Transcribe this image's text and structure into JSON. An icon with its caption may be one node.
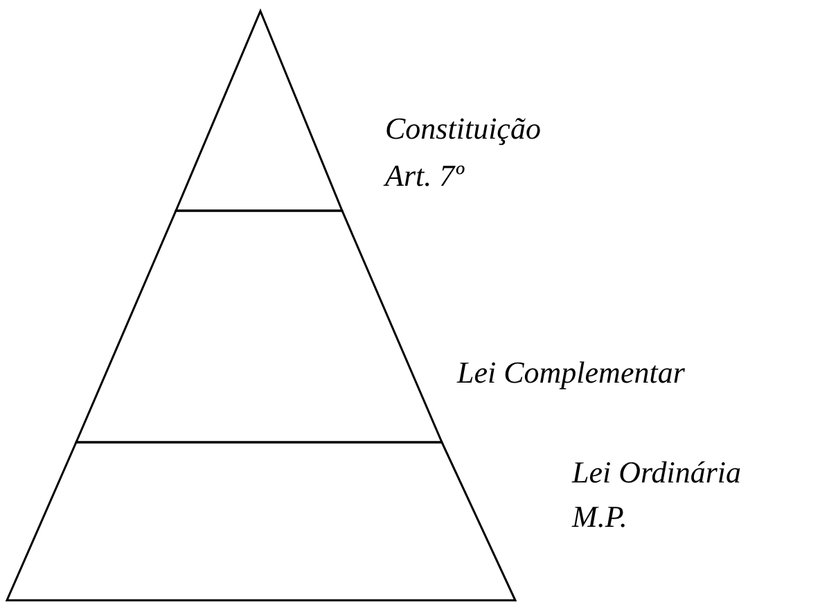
{
  "diagram": {
    "nodes": [
      {
        "text": [],
        "shape": "triangle",
        "beside": [
          "Constituição",
          "Art. 7º"
        ]
      },
      {
        "text": [],
        "shape": "band",
        "beside": [
          "Lei Complementar"
        ]
      },
      {
        "text": [],
        "shape": "band",
        "beside": [
          "Lei Ordinária",
          "M.P."
        ]
      }
    ]
  }
}
